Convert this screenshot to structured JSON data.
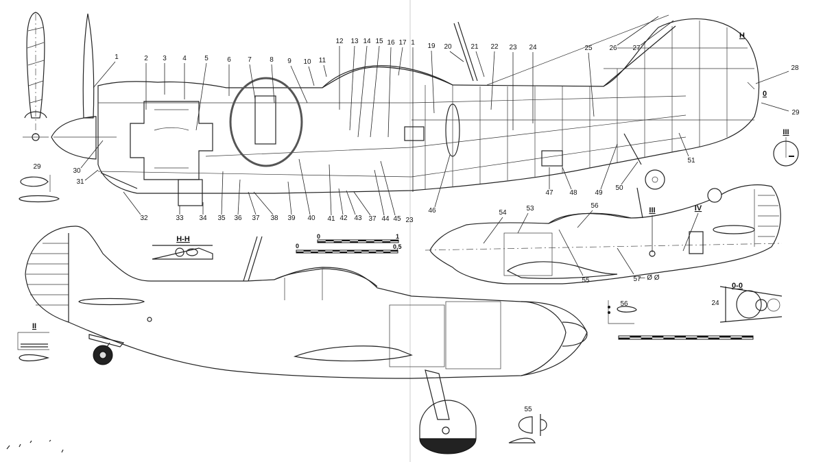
{
  "drawing": {
    "subject": "Fighter aircraft technical cutaway and profile views",
    "main_cutaway": {
      "callouts_top": [
        "1",
        "2",
        "3",
        "4",
        "5",
        "6",
        "7",
        "8",
        "9",
        "10",
        "11",
        "12",
        "13",
        "14",
        "15",
        "16",
        "17",
        "1",
        "19",
        "20",
        "21",
        "22",
        "23",
        "24",
        "25",
        "26",
        "27",
        "28",
        "29"
      ],
      "callouts_bottom": [
        "30",
        "31",
        "32",
        "33",
        "34",
        "35",
        "36",
        "37",
        "38",
        "39",
        "40",
        "41",
        "42",
        "43",
        "37",
        "44",
        "45",
        "23",
        "46",
        "47",
        "48",
        "49",
        "50",
        "51"
      ],
      "section_marks": [
        "H",
        "0"
      ]
    },
    "side_profile": {
      "callouts": [
        "53",
        "54",
        "55",
        "56",
        "57"
      ],
      "section_marks": [
        "III",
        "IV"
      ]
    },
    "detail_views": {
      "prop_blade_label": "",
      "detail_29_label": "29",
      "section_hh_label": "H-H",
      "section_oo_label": "0-0",
      "section_oo_callout": "24",
      "detail_ii_label": "II",
      "detail_iii_label": "III",
      "detail_55_label": "55",
      "detail_56_label": "56",
      "detail_57_label": "57"
    },
    "scales": {
      "scale_a": {
        "start": "0",
        "end": "1"
      },
      "scale_b": {
        "start": "0",
        "end": "0,5"
      }
    }
  }
}
